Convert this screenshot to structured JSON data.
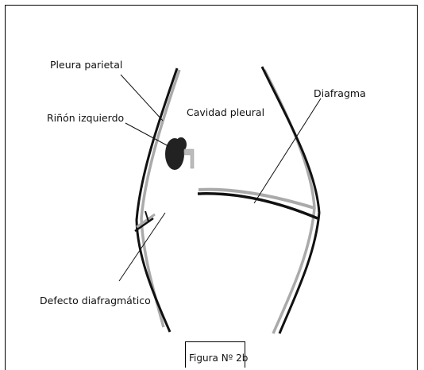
{
  "labels": {
    "pleura_parietal": "Pleura parietal",
    "rinon_izquierdo": "Riñón izquierdo",
    "cavidad_pleural": "Cavidad pleural",
    "diafragma": "Diafragma",
    "defecto_diafragmatico": "Defecto diafragmático"
  },
  "caption": "Figura Nº 2b",
  "colors": {
    "outline": "#111111",
    "pleura": "#aaaaaa",
    "kidney": "#222222",
    "kidney_hilum": "#bbbbbb"
  }
}
